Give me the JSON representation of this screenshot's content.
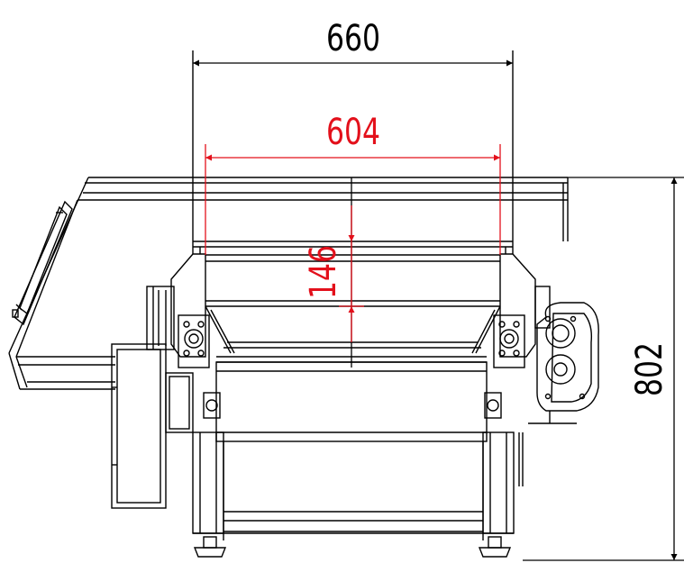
{
  "dimensions": {
    "overall_width": "660",
    "belt_width": "604",
    "belt_depth": "146",
    "overall_height": "802"
  },
  "colors": {
    "line": "#000000",
    "dimension_accent": "#e3101b",
    "background": "#ffffff"
  }
}
